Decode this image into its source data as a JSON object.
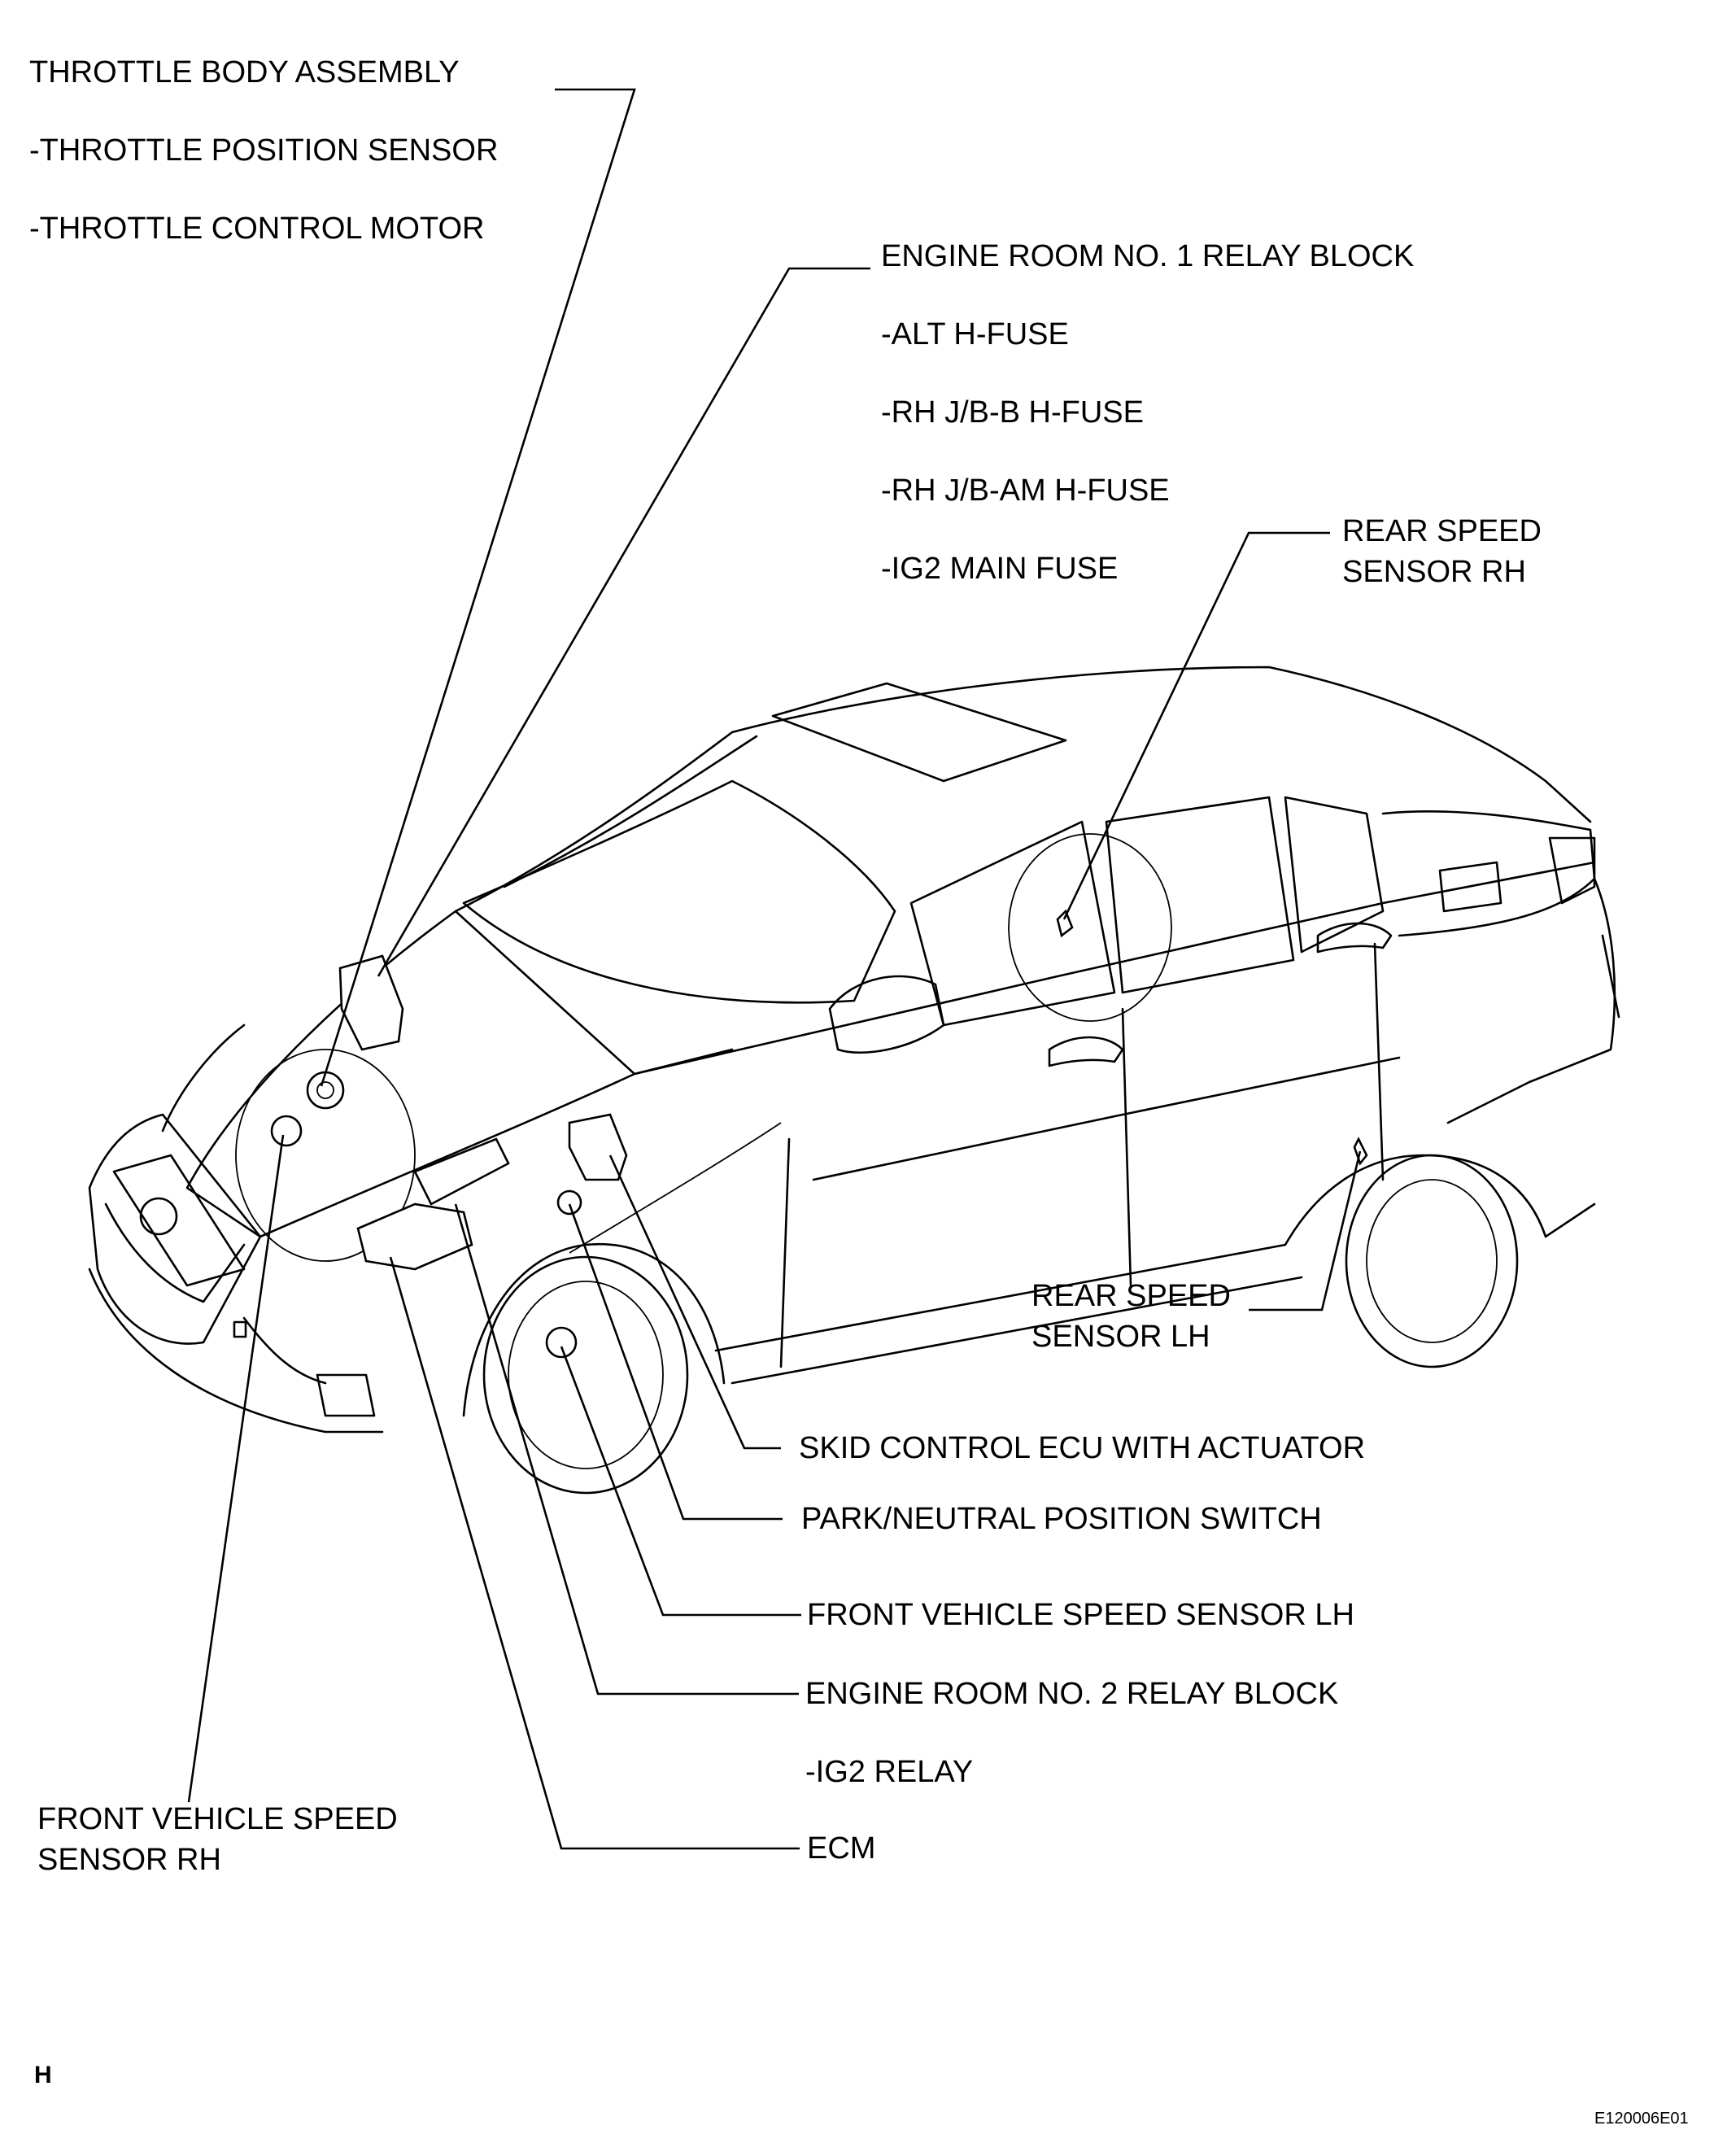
{
  "labels": {
    "throttle_body": "THROTTLE BODY ASSEMBLY",
    "throttle_position_sensor": "-THROTTLE POSITION SENSOR",
    "throttle_control_motor": "-THROTTLE CONTROL MOTOR",
    "engine_room_1_relay_block": "ENGINE ROOM NO. 1 RELAY BLOCK",
    "alt_h_fuse": "-ALT H-FUSE",
    "rh_jb_b_h_fuse": "-RH J/B-B H-FUSE",
    "rh_jb_am_h_fuse": "-RH J/B-AM H-FUSE",
    "ig2_main_fuse": "-IG2 MAIN FUSE",
    "rear_speed_sensor_rh_1": "REAR SPEED",
    "rear_speed_sensor_rh_2": "SENSOR RH",
    "rear_speed_sensor_lh_1": "REAR SPEED",
    "rear_speed_sensor_lh_2": "SENSOR LH",
    "skid_control_ecu": "SKID CONTROL ECU WITH ACTUATOR",
    "park_neutral_switch": "PARK/NEUTRAL POSITION SWITCH",
    "front_speed_sensor_lh": "FRONT VEHICLE SPEED SENSOR LH",
    "engine_room_2_relay_block": "ENGINE ROOM NO. 2 RELAY BLOCK",
    "ig2_relay": "-IG2 RELAY",
    "front_speed_sensor_rh_1": "FRONT VEHICLE SPEED",
    "front_speed_sensor_rh_2": "SENSOR RH",
    "ecm": "ECM"
  },
  "footer": {
    "page_marker": "H",
    "figure_code": "E120006E01"
  }
}
